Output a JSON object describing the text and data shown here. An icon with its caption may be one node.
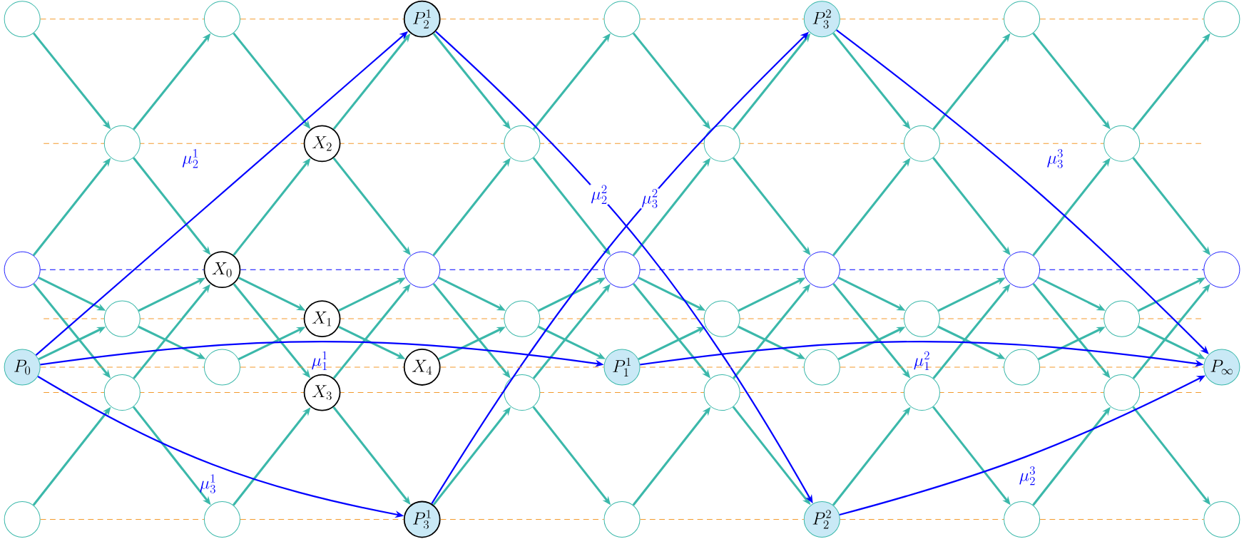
{
  "diagram": {
    "nodes": [
      {
        "text": [],
        "shape": "circle"
      },
      {
        "text": [],
        "shape": "circle"
      },
      {
        "text": [
          "P_2^1"
        ]
      },
      {
        "text": [],
        "shape": "circle"
      },
      {
        "text": [
          "P_3^2"
        ]
      },
      {
        "text": [],
        "shape": "circle"
      },
      {
        "text": [],
        "shape": "circle"
      },
      {
        "text": [],
        "shape": "circle"
      },
      {
        "text": [
          "X_2"
        ]
      },
      {
        "text": [],
        "shape": "circle"
      },
      {
        "text": [],
        "shape": "circle"
      },
      {
        "text": [],
        "shape": "circle"
      },
      {
        "text": [],
        "shape": "circle"
      },
      {
        "text": [],
        "shape": "circle"
      },
      {
        "text": [
          "X_0"
        ]
      },
      {
        "text": [],
        "shape": "circle"
      },
      {
        "text": [],
        "shape": "circle"
      },
      {
        "text": [],
        "shape": "circle"
      },
      {
        "text": [],
        "shape": "circle"
      },
      {
        "text": [],
        "shape": "circle"
      },
      {
        "text": [],
        "shape": "circle"
      },
      {
        "text": [
          "X_1"
        ]
      },
      {
        "text": [],
        "shape": "circle"
      },
      {
        "text": [],
        "shape": "circle"
      },
      {
        "text": [],
        "shape": "circle"
      },
      {
        "text": [],
        "shape": "circle"
      },
      {
        "text": [
          "P_0"
        ]
      },
      {
        "text": [],
        "shape": "circle"
      },
      {
        "text": [
          "X_4"
        ]
      },
      {
        "text": [
          "P_1^1"
        ]
      },
      {
        "text": [],
        "shape": "circle"
      },
      {
        "text": [],
        "shape": "circle"
      },
      {
        "text": [
          "P_\\infty"
        ]
      },
      {
        "text": [],
        "shape": "circle"
      },
      {
        "text": [
          "X_3"
        ]
      },
      {
        "text": [],
        "shape": "circle"
      },
      {
        "text": [],
        "shape": "circle"
      },
      {
        "text": [],
        "shape": "circle"
      },
      {
        "text": [],
        "shape": "circle"
      },
      {
        "text": [],
        "shape": "circle"
      },
      {
        "text": [],
        "shape": "circle"
      },
      {
        "text": [
          "P_3^1"
        ]
      },
      {
        "text": [],
        "shape": "circle"
      },
      {
        "text": [
          "P_2^2"
        ]
      },
      {
        "text": [],
        "shape": "circle"
      },
      {
        "text": [],
        "shape": "circle"
      }
    ],
    "edges": [
      {
        "from": 0,
        "to": 7,
        "arrow": "to"
      },
      {
        "from": 13,
        "to": 7,
        "arrow": "to"
      },
      {
        "from": 7,
        "to": 1,
        "arrow": "to"
      },
      {
        "from": 7,
        "to": 14,
        "arrow": "to"
      },
      {
        "from": 1,
        "to": 8,
        "arrow": "to"
      },
      {
        "from": 14,
        "to": 8,
        "arrow": "to"
      },
      {
        "from": 8,
        "to": 2,
        "arrow": "to"
      },
      {
        "from": 8,
        "to": 15,
        "arrow": "to"
      },
      {
        "from": 2,
        "to": 9,
        "arrow": "to"
      },
      {
        "from": 15,
        "to": 9,
        "arrow": "to"
      },
      {
        "from": 9,
        "to": 3,
        "arrow": "to"
      },
      {
        "from": 9,
        "to": 16,
        "arrow": "to"
      },
      {
        "from": 3,
        "to": 10,
        "arrow": "to"
      },
      {
        "from": 16,
        "to": 10,
        "arrow": "to"
      },
      {
        "from": 10,
        "to": 4,
        "arrow": "to"
      },
      {
        "from": 10,
        "to": 17,
        "arrow": "to"
      },
      {
        "from": 4,
        "to": 11,
        "arrow": "to"
      },
      {
        "from": 17,
        "to": 11,
        "arrow": "to"
      },
      {
        "from": 11,
        "to": 5,
        "arrow": "to"
      },
      {
        "from": 11,
        "to": 18,
        "arrow": "to"
      },
      {
        "from": 5,
        "to": 12,
        "arrow": "to"
      },
      {
        "from": 18,
        "to": 12,
        "arrow": "to"
      },
      {
        "from": 12,
        "to": 6,
        "arrow": "to"
      },
      {
        "from": 12,
        "to": 19,
        "arrow": "to"
      },
      {
        "from": 13,
        "to": 20,
        "arrow": "to"
      },
      {
        "from": 26,
        "to": 20,
        "arrow": "to"
      },
      {
        "from": 20,
        "to": 14,
        "arrow": "to"
      },
      {
        "from": 20,
        "to": 27,
        "arrow": "to"
      },
      {
        "from": 14,
        "to": 21,
        "arrow": "to"
      },
      {
        "from": 27,
        "to": 21,
        "arrow": "to"
      },
      {
        "from": 21,
        "to": 15,
        "arrow": "to"
      },
      {
        "from": 21,
        "to": 28,
        "arrow": "to"
      },
      {
        "from": 15,
        "to": 22,
        "arrow": "to"
      },
      {
        "from": 28,
        "to": 22,
        "arrow": "to"
      },
      {
        "from": 22,
        "to": 16,
        "arrow": "to"
      },
      {
        "from": 22,
        "to": 29,
        "arrow": "to"
      },
      {
        "from": 16,
        "to": 23,
        "arrow": "to"
      },
      {
        "from": 29,
        "to": 23,
        "arrow": "to"
      },
      {
        "from": 23,
        "to": 17,
        "arrow": "to"
      },
      {
        "from": 23,
        "to": 30,
        "arrow": "to"
      },
      {
        "from": 17,
        "to": 24,
        "arrow": "to"
      },
      {
        "from": 30,
        "to": 24,
        "arrow": "to"
      },
      {
        "from": 24,
        "to": 18,
        "arrow": "to"
      },
      {
        "from": 24,
        "to": 31,
        "arrow": "to"
      },
      {
        "from": 18,
        "to": 25,
        "arrow": "to"
      },
      {
        "from": 31,
        "to": 25,
        "arrow": "to"
      },
      {
        "from": 25,
        "to": 19,
        "arrow": "to"
      },
      {
        "from": 25,
        "to": 32,
        "arrow": "to"
      },
      {
        "from": 13,
        "to": 33,
        "arrow": "to"
      },
      {
        "from": 39,
        "to": 33,
        "arrow": "to"
      },
      {
        "from": 33,
        "to": 14,
        "arrow": "to"
      },
      {
        "from": 33,
        "to": 40,
        "arrow": "to"
      },
      {
        "from": 14,
        "to": 34,
        "arrow": "to"
      },
      {
        "from": 40,
        "to": 34,
        "arrow": "to"
      },
      {
        "from": 34,
        "to": 15,
        "arrow": "to"
      },
      {
        "from": 34,
        "to": 41,
        "arrow": "to"
      },
      {
        "from": 15,
        "to": 35,
        "arrow": "to"
      },
      {
        "from": 41,
        "to": 35,
        "arrow": "to"
      },
      {
        "from": 35,
        "to": 16,
        "arrow": "to"
      },
      {
        "from": 35,
        "to": 42,
        "arrow": "to"
      },
      {
        "from": 16,
        "to": 36,
        "arrow": "to"
      },
      {
        "from": 42,
        "to": 36,
        "arrow": "to"
      },
      {
        "from": 36,
        "to": 17,
        "arrow": "to"
      },
      {
        "from": 36,
        "to": 43,
        "arrow": "to"
      },
      {
        "from": 17,
        "to": 37,
        "arrow": "to"
      },
      {
        "from": 43,
        "to": 37,
        "arrow": "to"
      },
      {
        "from": 37,
        "to": 18,
        "arrow": "to"
      },
      {
        "from": 37,
        "to": 44,
        "arrow": "to"
      },
      {
        "from": 18,
        "to": 38,
        "arrow": "to"
      },
      {
        "from": 44,
        "to": 38,
        "arrow": "to"
      },
      {
        "from": 38,
        "to": 19,
        "arrow": "to"
      },
      {
        "from": 38,
        "to": 45,
        "arrow": "to"
      },
      {
        "from": 26,
        "to": 2,
        "arrow": "to",
        "label": "\\mu_2^1",
        "color": "#0000ff"
      },
      {
        "from": 26,
        "to": 29,
        "arrow": "to",
        "label": "\\mu_1^1",
        "color": "#0000ff"
      },
      {
        "from": 26,
        "to": 41,
        "arrow": "to",
        "label": "\\mu_3^1",
        "color": "#0000ff"
      },
      {
        "from": 2,
        "to": 43,
        "arrow": "to",
        "label": "\\mu_2^2",
        "color": "#0000ff"
      },
      {
        "from": 41,
        "to": 4,
        "arrow": "to",
        "label": "\\mu_3^2",
        "color": "#0000ff"
      },
      {
        "from": 29,
        "to": 32,
        "arrow": "to",
        "label": "\\mu_1^2",
        "color": "#0000ff"
      },
      {
        "from": 4,
        "to": 32,
        "arrow": "to",
        "label": "\\mu_3^3",
        "color": "#0000ff"
      },
      {
        "from": 43,
        "to": 32,
        "arrow": "to",
        "label": "\\mu_2^3",
        "color": "#0000ff"
      },
      {
        "from": 0,
        "to": 1,
        "arrow": "none",
        "style": "dashed",
        "color": "#f39a2c"
      },
      {
        "from": 1,
        "to": 2,
        "arrow": "none",
        "style": "dashed",
        "color": "#f39a2c"
      },
      {
        "from": 2,
        "to": 3,
        "arrow": "none",
        "style": "dashed",
        "color": "#f39a2c"
      },
      {
        "from": 3,
        "to": 4,
        "arrow": "none",
        "style": "dashed",
        "color": "#f39a2c"
      },
      {
        "from": 4,
        "to": 5,
        "arrow": "none",
        "style": "dashed",
        "color": "#f39a2c"
      },
      {
        "from": 5,
        "to": 6,
        "arrow": "none",
        "style": "dashed",
        "color": "#f39a2c"
      },
      {
        "from": 13,
        "to": 14,
        "arrow": "none",
        "style": "dashed",
        "color": "#0000ff"
      },
      {
        "from": 14,
        "to": 15,
        "arrow": "none",
        "style": "dashed",
        "color": "#0000ff"
      },
      {
        "from": 15,
        "to": 16,
        "arrow": "none",
        "style": "dashed",
        "color": "#0000ff"
      },
      {
        "from": 16,
        "to": 17,
        "arrow": "none",
        "style": "dashed",
        "color": "#0000ff"
      },
      {
        "from": 17,
        "to": 18,
        "arrow": "none",
        "style": "dashed",
        "color": "#0000ff"
      },
      {
        "from": 18,
        "to": 19,
        "arrow": "none",
        "style": "dashed",
        "color": "#0000ff"
      },
      {
        "from": 26,
        "to": 27,
        "arrow": "none",
        "style": "dashed",
        "color": "#f39a2c"
      },
      {
        "from": 27,
        "to": 28,
        "arrow": "none",
        "style": "dashed",
        "color": "#f39a2c"
      },
      {
        "from": 28,
        "to": 29,
        "arrow": "none",
        "style": "dashed",
        "color": "#f39a2c"
      },
      {
        "from": 29,
        "to": 30,
        "arrow": "none",
        "style": "dashed",
        "color": "#f39a2c"
      },
      {
        "from": 30,
        "to": 31,
        "arrow": "none",
        "style": "dashed",
        "color": "#f39a2c"
      },
      {
        "from": 31,
        "to": 32,
        "arrow": "none",
        "style": "dashed",
        "color": "#f39a2c"
      },
      {
        "from": 39,
        "to": 40,
        "arrow": "none",
        "style": "dashed",
        "color": "#f39a2c"
      },
      {
        "from": 40,
        "to": 41,
        "arrow": "none",
        "style": "dashed",
        "color": "#f39a2c"
      },
      {
        "from": 41,
        "to": 42,
        "arrow": "none",
        "style": "dashed",
        "color": "#f39a2c"
      },
      {
        "from": 42,
        "to": 43,
        "arrow": "none",
        "style": "dashed",
        "color": "#f39a2c"
      },
      {
        "from": 43,
        "to": 44,
        "arrow": "none",
        "style": "dashed",
        "color": "#f39a2c"
      },
      {
        "from": 44,
        "to": 45,
        "arrow": "none",
        "style": "dashed",
        "color": "#f39a2c"
      }
    ]
  }
}
